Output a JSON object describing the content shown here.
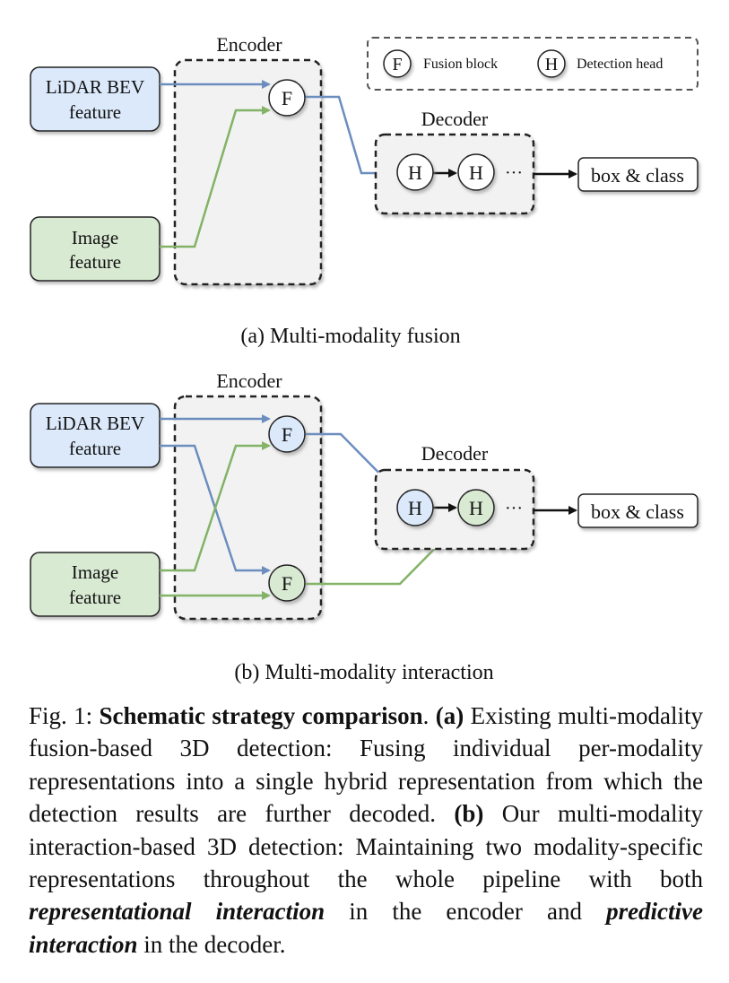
{
  "legend": {
    "fusion_symbol": "F",
    "fusion_label": "Fusion block",
    "head_symbol": "H",
    "head_label": "Detection head"
  },
  "panel_a": {
    "encoder_label": "Encoder",
    "decoder_label": "Decoder",
    "lidar_line1": "LiDAR BEV",
    "lidar_line2": "feature",
    "image_line1": "Image",
    "image_line2": "feature",
    "fusion_symbol": "F",
    "head1_symbol": "H",
    "head2_symbol": "H",
    "ellipsis": "···",
    "output_label": "box & class",
    "caption": "(a) Multi-modality fusion"
  },
  "panel_b": {
    "encoder_label": "Encoder",
    "decoder_label": "Decoder",
    "lidar_line1": "LiDAR BEV",
    "lidar_line2": "feature",
    "image_line1": "Image",
    "image_line2": "feature",
    "fusion1_symbol": "F",
    "fusion2_symbol": "F",
    "head1_symbol": "H",
    "head2_symbol": "H",
    "ellipsis": "···",
    "output_label": "box & class",
    "caption": "(b) Multi-modality interaction"
  },
  "figure_caption": {
    "fig_label": "Fig. 1:",
    "title": "Schematic strategy comparison",
    "title_end": ".",
    "a_marker": "(a)",
    "a_text": "Existing multi-modality fusion-based 3D detection: Fusing individual per-modality representations into a single hybrid representation from which the detection results are further decoded.",
    "b_marker": "(b)",
    "b_text_1": "Our multi-modality interaction-based 3D detection: Maintaining two modality-specific representations throughout the whole pipeline with both",
    "emph_1": "representational interaction",
    "b_text_2": "in the encoder and",
    "emph_2": "predictive interaction",
    "b_text_3": "in the decoder."
  },
  "colors": {
    "lidar_fill": "#dbe9fb",
    "image_fill": "#d9ead3",
    "lidar_arrow": "#6c8ebf",
    "image_arrow": "#82b366",
    "panel_fill": "#f2f2f2"
  }
}
